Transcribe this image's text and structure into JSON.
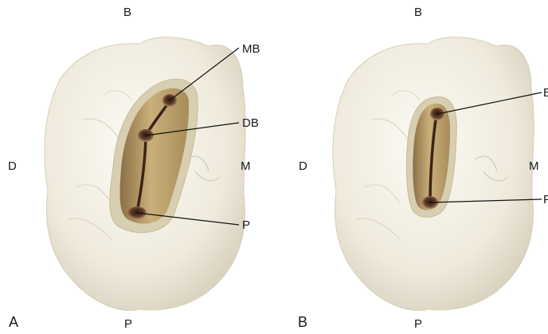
{
  "panels": [
    {
      "letter": "A",
      "orientation": {
        "top": "B",
        "bottom": "P",
        "left": "D",
        "right": "M"
      },
      "canals": [
        "MB",
        "DB",
        "P"
      ]
    },
    {
      "letter": "B",
      "orientation": {
        "top": "B",
        "bottom": "P",
        "left": "D",
        "right": "M"
      },
      "canals": [
        "B",
        "P"
      ]
    }
  ],
  "colors": {
    "tooth": "#f1eee4",
    "tooth_shadow": "#d9d3c2",
    "access_rim": "#d8ceb2",
    "pulp_floor": "#b49a6a",
    "canal_orifice": "#5a3a2a",
    "leader_line": "#111111"
  }
}
